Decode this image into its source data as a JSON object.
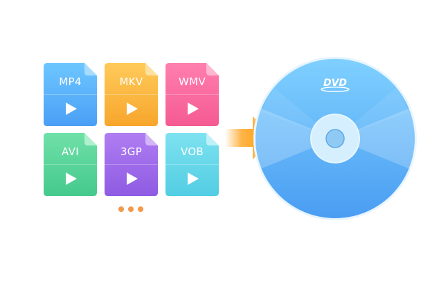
{
  "files": [
    {
      "label": "MP4",
      "top_color": "#6ec6ff",
      "bottom_color": "#4a9ff5",
      "fold_color": "#a7dcff"
    },
    {
      "label": "MKV",
      "top_color": "#ffca5a",
      "bottom_color": "#f7a62c",
      "fold_color": "#ffe0a0"
    },
    {
      "label": "WMV",
      "top_color": "#ff7fae",
      "bottom_color": "#f55a92",
      "fold_color": "#ffb7d0"
    },
    {
      "label": "AVI",
      "top_color": "#6fe0a8",
      "bottom_color": "#45c98d",
      "fold_color": "#b0f0cf"
    },
    {
      "label": "3GP",
      "top_color": "#b07df2",
      "bottom_color": "#8e5be3",
      "fold_color": "#d2b6f8"
    },
    {
      "label": "VOB",
      "top_color": "#7ee2f0",
      "bottom_color": "#52cde3",
      "fold_color": "#bff2f8"
    }
  ],
  "more_dots_color": "#f2994a",
  "arrow_color": "#ffa726",
  "disc": {
    "brand_text": "DVD",
    "color_light": "#7fd0ff",
    "color_dark": "#4a9df2"
  }
}
